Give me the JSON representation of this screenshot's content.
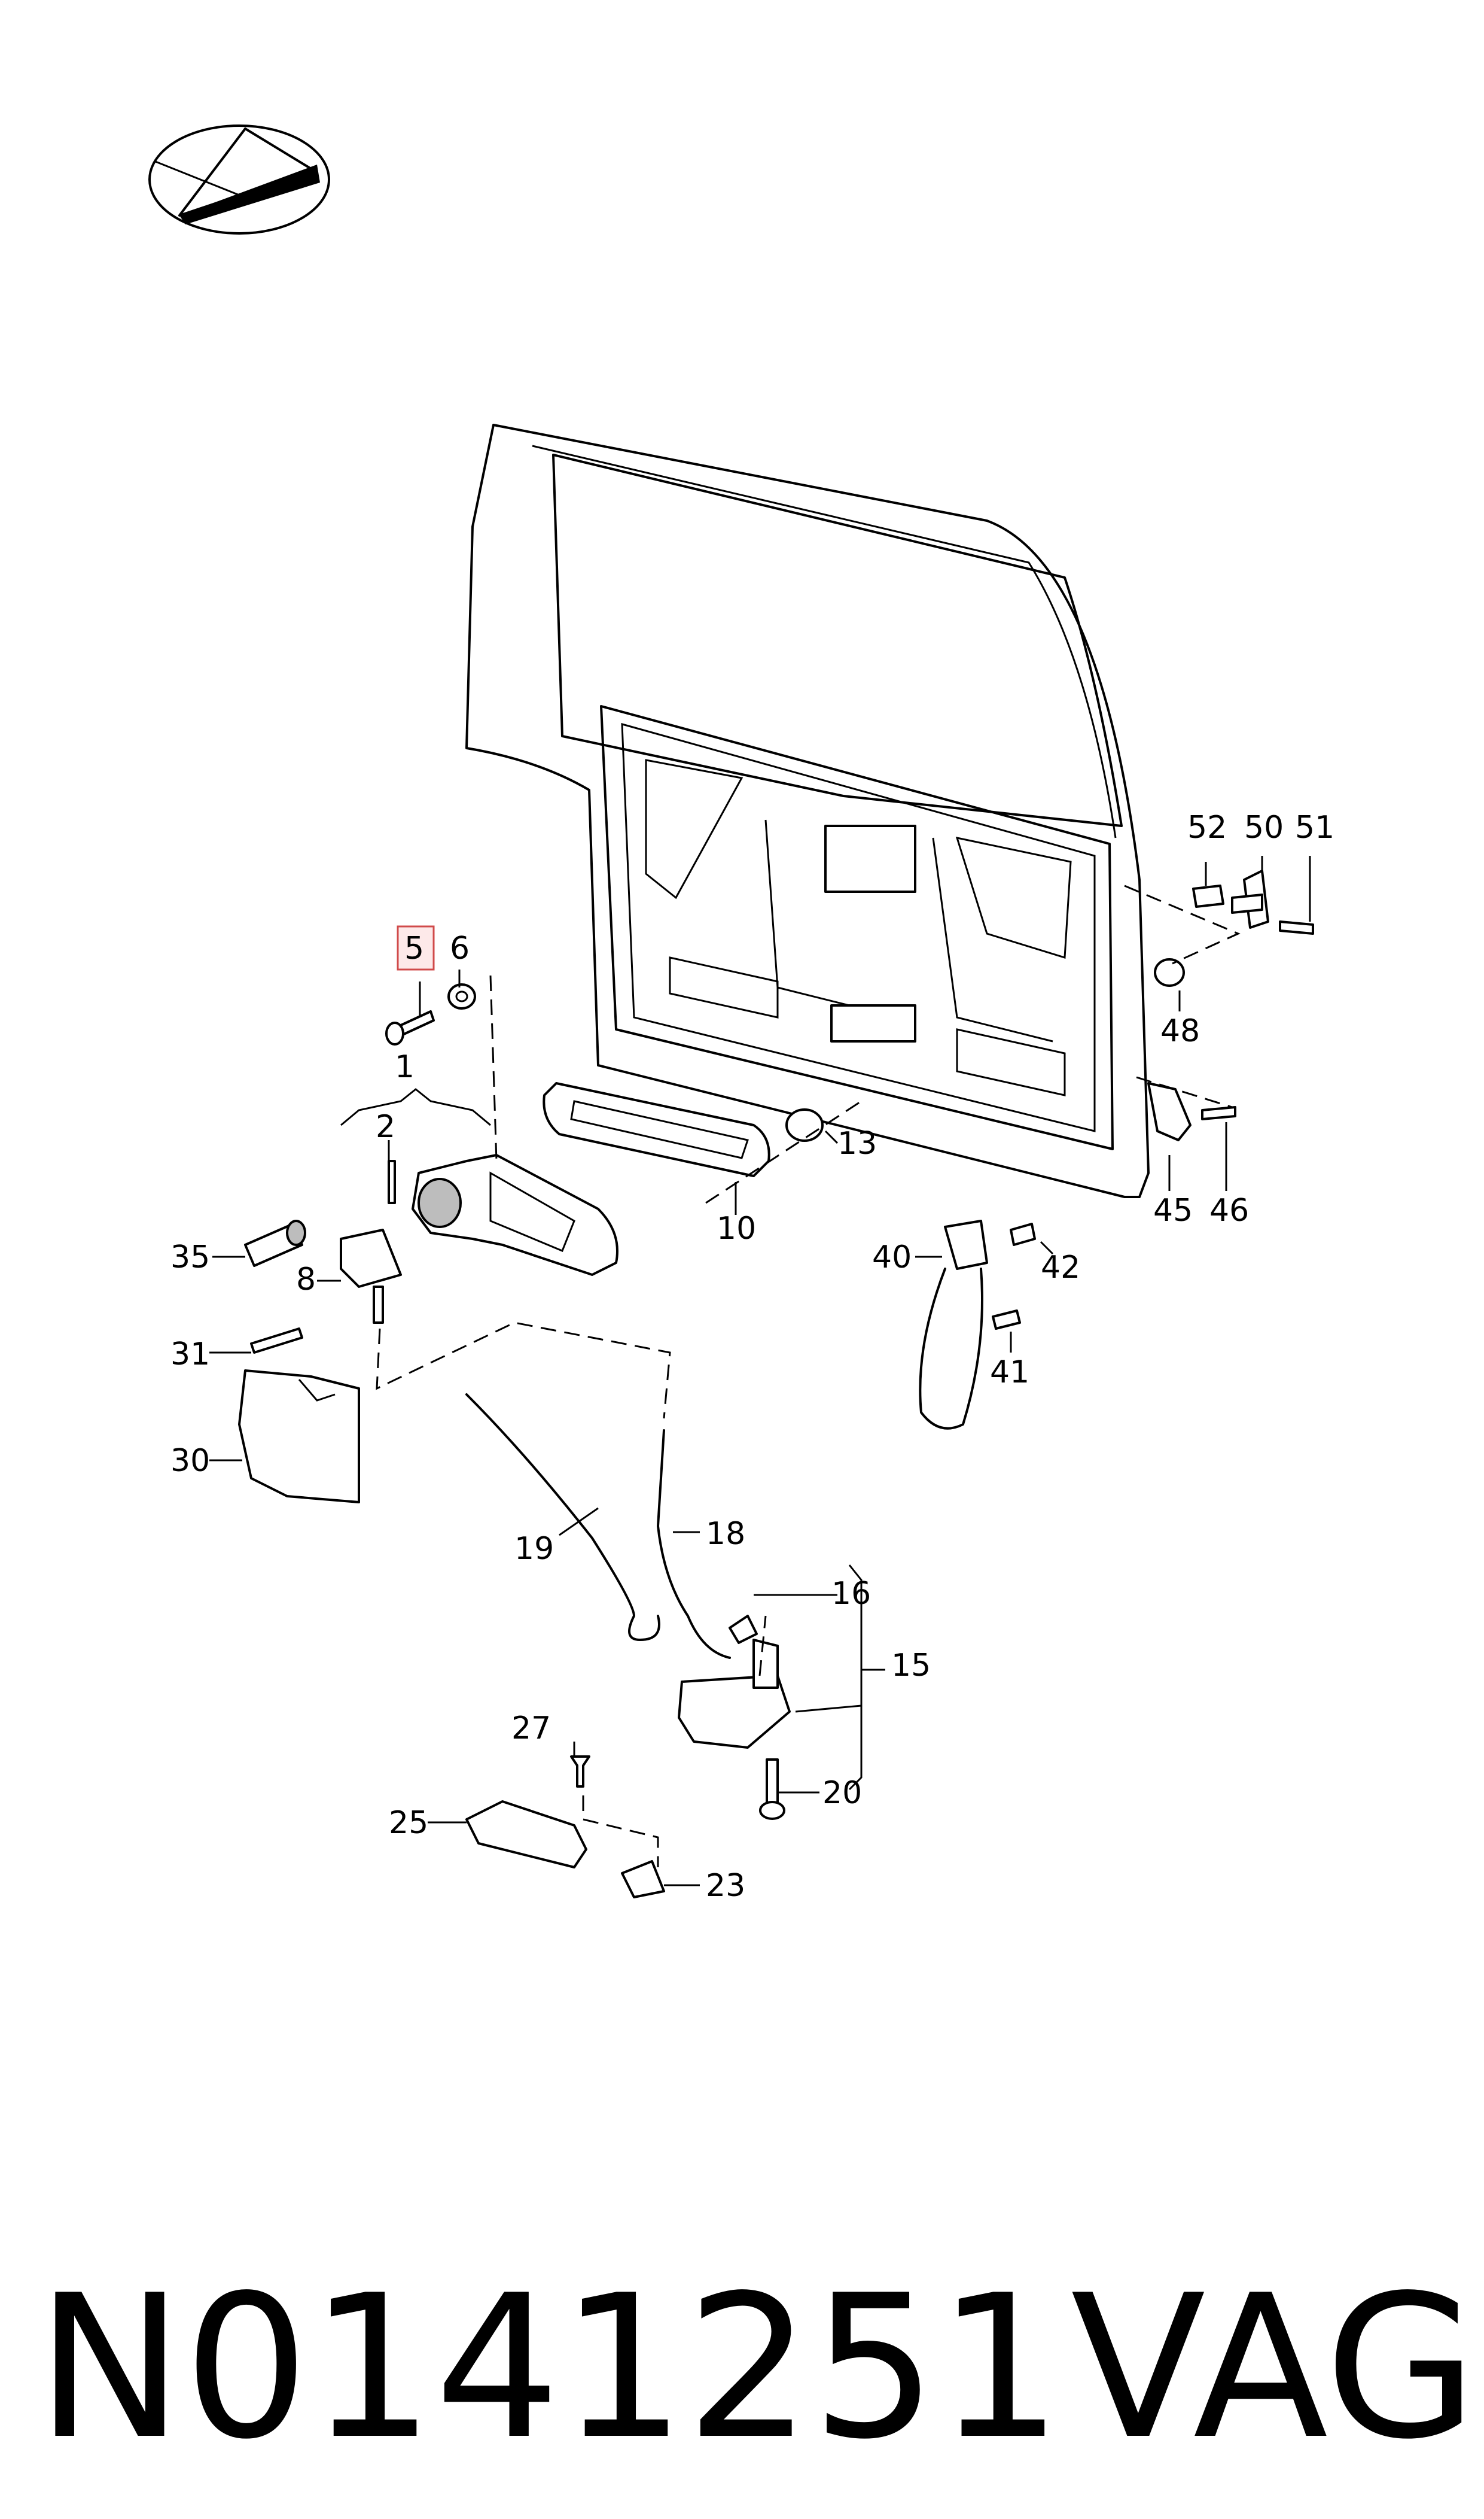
{
  "diagram": {
    "callouts": [
      "5",
      "6",
      "1",
      "2",
      "35",
      "8",
      "31",
      "30",
      "10",
      "13",
      "19",
      "18",
      "16",
      "15",
      "27",
      "25",
      "20",
      "23",
      "52",
      "50",
      "51",
      "48",
      "45",
      "46",
      "40",
      "42",
      "41"
    ],
    "highlighted_callout": "5",
    "highlight_color": "#d04a4a"
  },
  "footer": {
    "part_number": "N0141251",
    "brand": "VAG"
  },
  "icons": {
    "logo": "paper-plane-logo-icon"
  }
}
